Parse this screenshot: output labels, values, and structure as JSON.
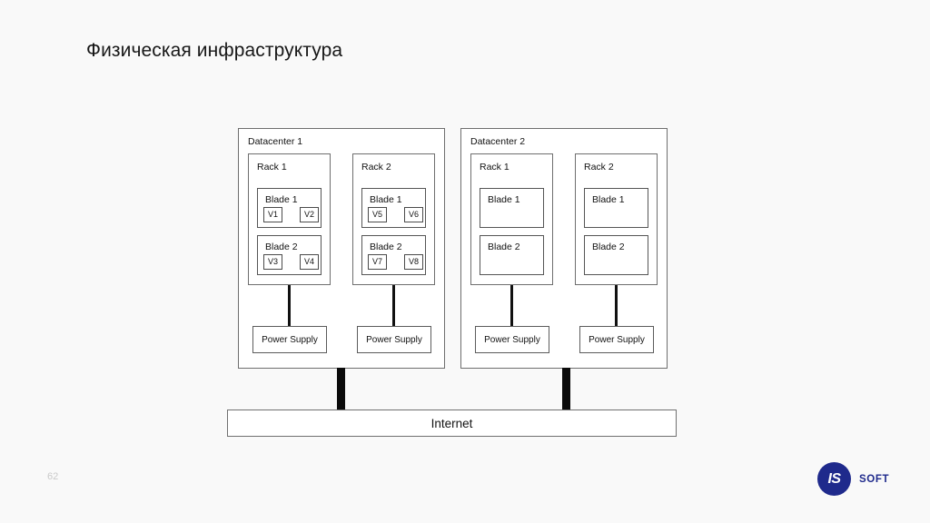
{
  "slide": {
    "title": "Физическая инфраструктура",
    "page_number": "62",
    "background_color": "#f9f9f9"
  },
  "brand": {
    "mark_text": "IS",
    "name": "SOFT",
    "color": "#1f2a8c"
  },
  "diagram": {
    "type": "infrastructure-topology",
    "network": {
      "label": "Internet"
    },
    "datacenters": [
      {
        "label": "Datacenter 1",
        "racks": [
          {
            "label": "Rack 1",
            "power_supply": "Power Supply",
            "blades": [
              {
                "label": "Blade 1",
                "vms": [
                  "V1",
                  "V2"
                ]
              },
              {
                "label": "Blade 2",
                "vms": [
                  "V3",
                  "V4"
                ]
              }
            ]
          },
          {
            "label": "Rack 2",
            "power_supply": "Power Supply",
            "blades": [
              {
                "label": "Blade 1",
                "vms": [
                  "V5",
                  "V6"
                ]
              },
              {
                "label": "Blade 2",
                "vms": [
                  "V7",
                  "V8"
                ]
              }
            ]
          }
        ]
      },
      {
        "label": "Datacenter 2",
        "racks": [
          {
            "label": "Rack 1",
            "power_supply": "Power Supply",
            "blades": [
              {
                "label": "Blade 1",
                "vms": []
              },
              {
                "label": "Blade 2",
                "vms": []
              }
            ]
          },
          {
            "label": "Rack 2",
            "power_supply": "Power Supply",
            "blades": [
              {
                "label": "Blade 1",
                "vms": []
              },
              {
                "label": "Blade 2",
                "vms": []
              }
            ]
          }
        ]
      }
    ]
  }
}
